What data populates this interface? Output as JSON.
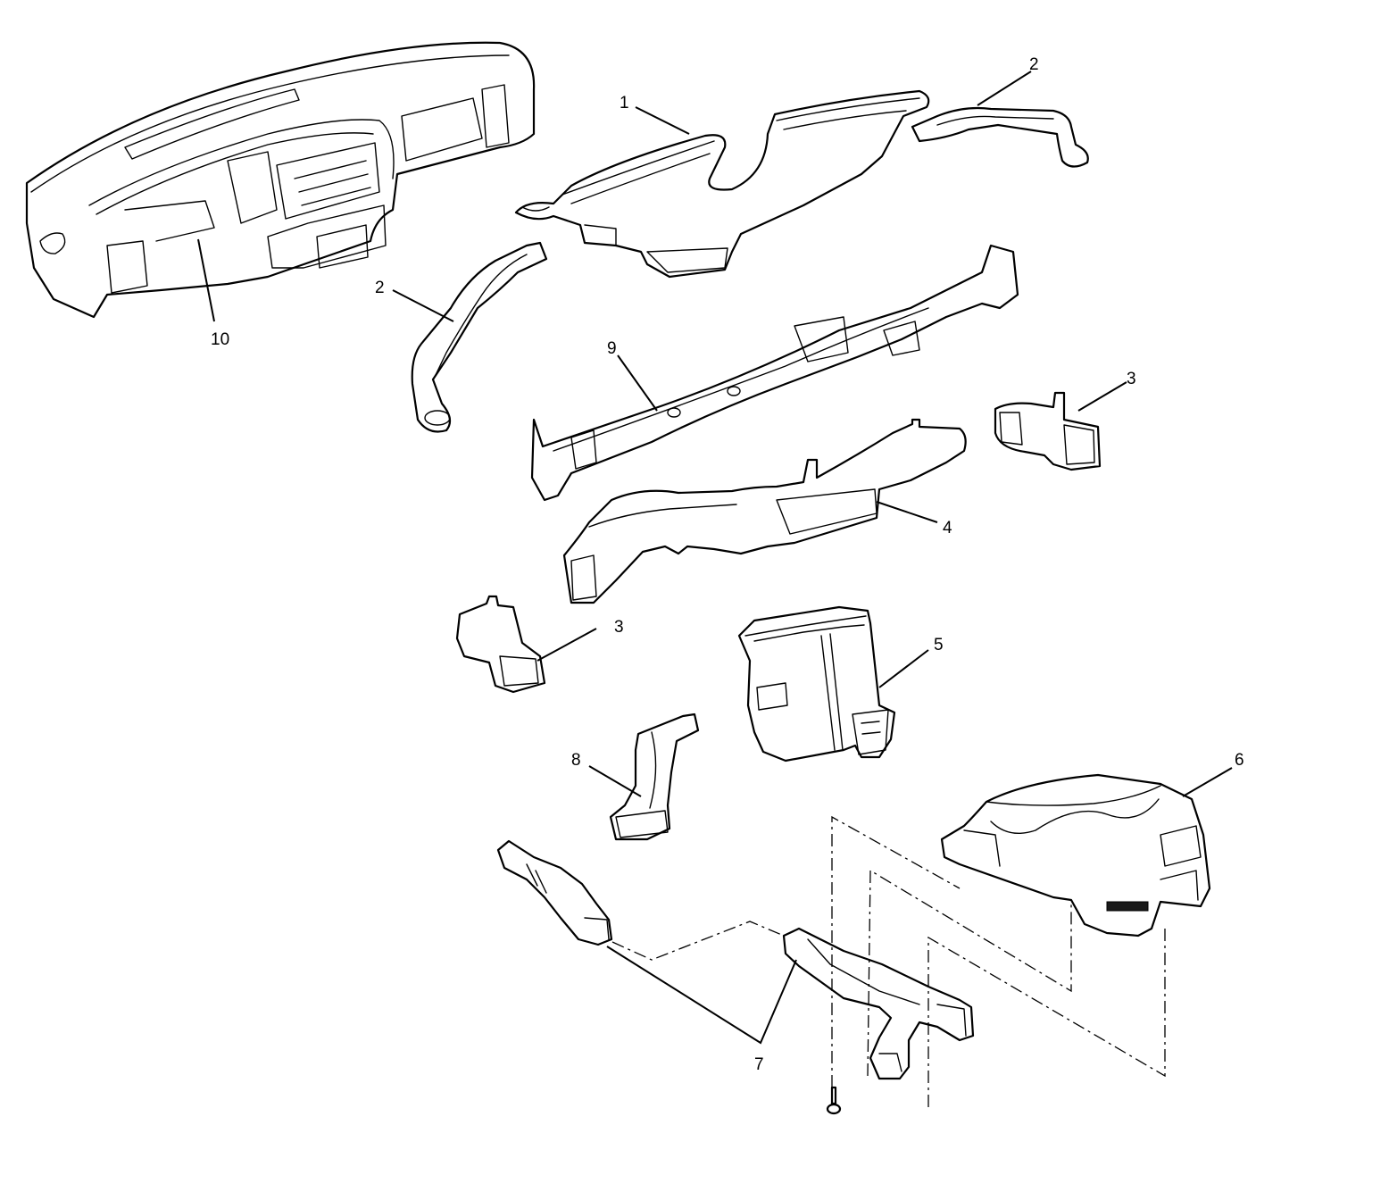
{
  "callouts": {
    "c1": "1",
    "c2a": "2",
    "c2b": "2",
    "c3a": "3",
    "c3b": "3",
    "c4": "4",
    "c5": "5",
    "c6": "6",
    "c7": "7",
    "c8": "8",
    "c9": "9",
    "c10": "10"
  }
}
